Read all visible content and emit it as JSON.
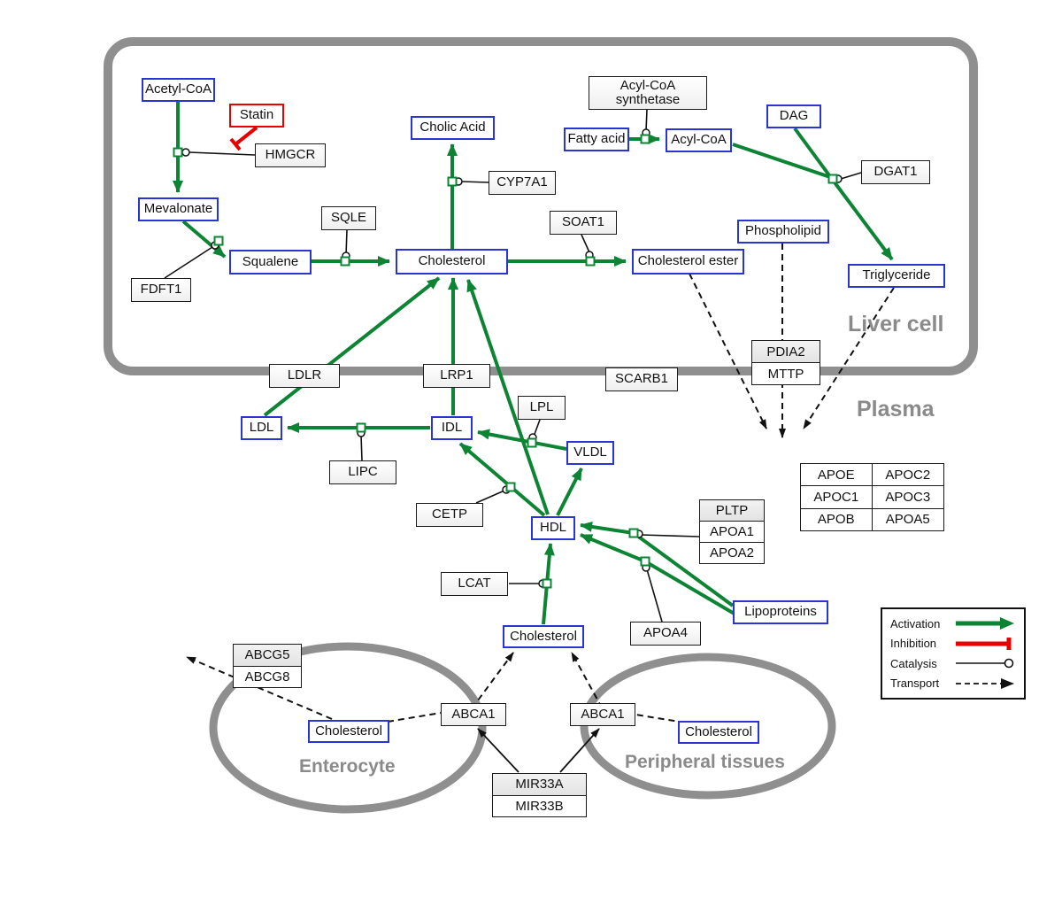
{
  "regions": {
    "liver": "Liver cell",
    "plasma": "Plasma",
    "enterocyte": "Enterocyte",
    "peripheral": "Peripheral tissues"
  },
  "nodes": {
    "acetyl_coa": "Acetyl-CoA",
    "statin": "Statin",
    "hmgcr": "HMGCR",
    "mevalonate": "Mevalonate",
    "fdft1": "FDFT1",
    "squalene": "Squalene",
    "sqle": "SQLE",
    "cholic_acid": "Cholic Acid",
    "cyp7a1": "CYP7A1",
    "cholesterol_liver": "Cholesterol",
    "soat1": "SOAT1",
    "cholesterol_ester": "Cholesterol ester",
    "acyl_coa_synthetase_line1": "Acyl-CoA",
    "acyl_coa_synthetase_line2": "synthetase",
    "fatty_acid": "Fatty acid",
    "acyl_coa": "Acyl-CoA",
    "dag": "DAG",
    "dgat1": "DGAT1",
    "phospholipid": "Phospholipid",
    "triglyceride": "Triglyceride",
    "ldlr": "LDLR",
    "lrp1": "LRP1",
    "scarb1": "SCARB1",
    "pdia2": "PDIA2",
    "mttp": "MTTP",
    "ldl": "LDL",
    "idl": "IDL",
    "lipc": "LIPC",
    "lpl": "LPL",
    "vldl": "VLDL",
    "cetp": "CETP",
    "hdl": "HDL",
    "pltp": "PLTP",
    "apoa1": "APOA1",
    "apoa2": "APOA2",
    "lcat": "LCAT",
    "apoa4": "APOA4",
    "lipoproteins": "Lipoproteins",
    "cholesterol_plasma": "Cholesterol",
    "abcg5": "ABCG5",
    "abcg8": "ABCG8",
    "cholesterol_enterocyte": "Cholesterol",
    "abca1_left": "ABCA1",
    "abca1_right": "ABCA1",
    "mir33a": "MIR33A",
    "mir33b": "MIR33B",
    "cholesterol_peripheral": "Cholesterol"
  },
  "apo_table": {
    "apoe": "APOE",
    "apoc2": "APOC2",
    "apoc1": "APOC1",
    "apoc3": "APOC3",
    "apob": "APOB",
    "apoa5": "APOA5"
  },
  "legend": {
    "activation": "Activation",
    "inhibition": "Inhibition",
    "catalysis": "Catalysis",
    "transport": "Transport"
  },
  "colors": {
    "activation_green": "#0c8434",
    "inhibition_red": "#e60000",
    "metabolite_blue": "#2935d2",
    "membrane_gray": "#8f8f8f",
    "label_gray": "#8a8a8a"
  }
}
